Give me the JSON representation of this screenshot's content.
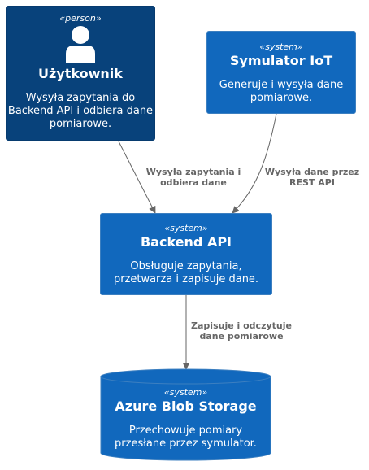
{
  "nodes": {
    "user": {
      "stereotype": "«person»",
      "title": "Użytkownik",
      "desc": [
        "Wysyła zapytania do",
        "Backend API i odbiera dane",
        "pomiarowe."
      ]
    },
    "iot": {
      "stereotype": "«system»",
      "title": "Symulator IoT",
      "desc": [
        "Generuje i wysyła dane",
        "pomiarowe."
      ]
    },
    "backend": {
      "stereotype": "«system»",
      "title": "Backend API",
      "desc": [
        "Obsługuje zapytania,",
        "przetwarza i zapisuje dane."
      ]
    },
    "storage": {
      "stereotype": "«system»",
      "title": "Azure Blob Storage",
      "desc": [
        "Przechowuje pomiary",
        "przesłane przez symulator."
      ]
    }
  },
  "edges": {
    "user_backend": [
      "Wysyła zapytania i",
      "odbiera dane"
    ],
    "iot_backend": [
      "Wysyła dane przez",
      "REST API"
    ],
    "backend_storage": [
      "Zapisuje i odczytuje",
      "dane pomiarowe"
    ]
  },
  "colors": {
    "person": "#08427B",
    "system": "#1168BD",
    "edge": "#666666",
    "text": "#FFFFFF"
  }
}
